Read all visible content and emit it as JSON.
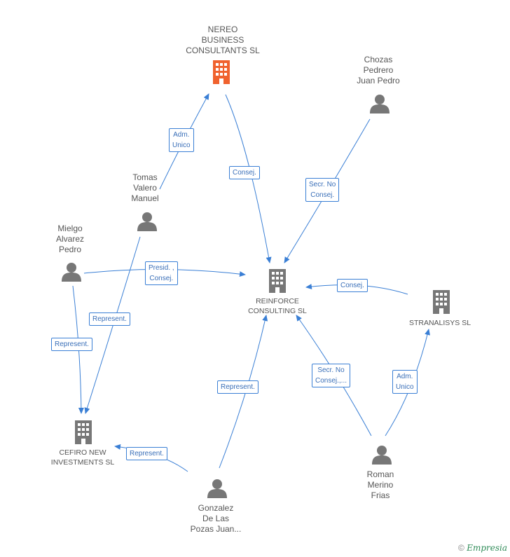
{
  "colors": {
    "edge": "#3a7fd5",
    "node_gray": "#777777",
    "highlight": "#f0622e"
  },
  "nodes": {
    "nereo": [
      "NEREO",
      "BUSINESS",
      "CONSULTANTS SL"
    ],
    "chozas": [
      "Chozas",
      "Pedrero",
      "Juan Pedro"
    ],
    "tomas": [
      "Tomas",
      "Valero",
      "Manuel"
    ],
    "mielgo": [
      "Mielgo",
      "Alvarez",
      "Pedro"
    ],
    "reinforce": [
      "REINFORCE",
      "CONSULTING SL"
    ],
    "stranalisys": [
      "STRANALISYS SL"
    ],
    "cefiro": [
      "CEFIRO NEW",
      "INVESTMENTS SL"
    ],
    "roman": [
      "Roman",
      "Merino",
      "Frias"
    ],
    "gonzalez": [
      "Gonzalez",
      "De Las",
      "Pozas Juan..."
    ]
  },
  "edges": {
    "adm_unico_1": [
      "Adm.",
      "Unico"
    ],
    "consej_1": [
      "Consej."
    ],
    "secr_no_consej_1": [
      "Secr.  No",
      "Consej."
    ],
    "presid_consej": [
      "Presid. ,",
      "Consej."
    ],
    "consej_2": [
      "Consej."
    ],
    "represent_1": [
      "Represent."
    ],
    "represent_2": [
      "Represent."
    ],
    "represent_3": [
      "Represent."
    ],
    "represent_4": [
      "Represent."
    ],
    "secr_no_consej_2": [
      "Secr.  No",
      "Consej.,..."
    ],
    "adm_unico_2": [
      "Adm.",
      "Unico"
    ]
  },
  "footer": {
    "copyright": "©",
    "brand": "Empresia"
  }
}
